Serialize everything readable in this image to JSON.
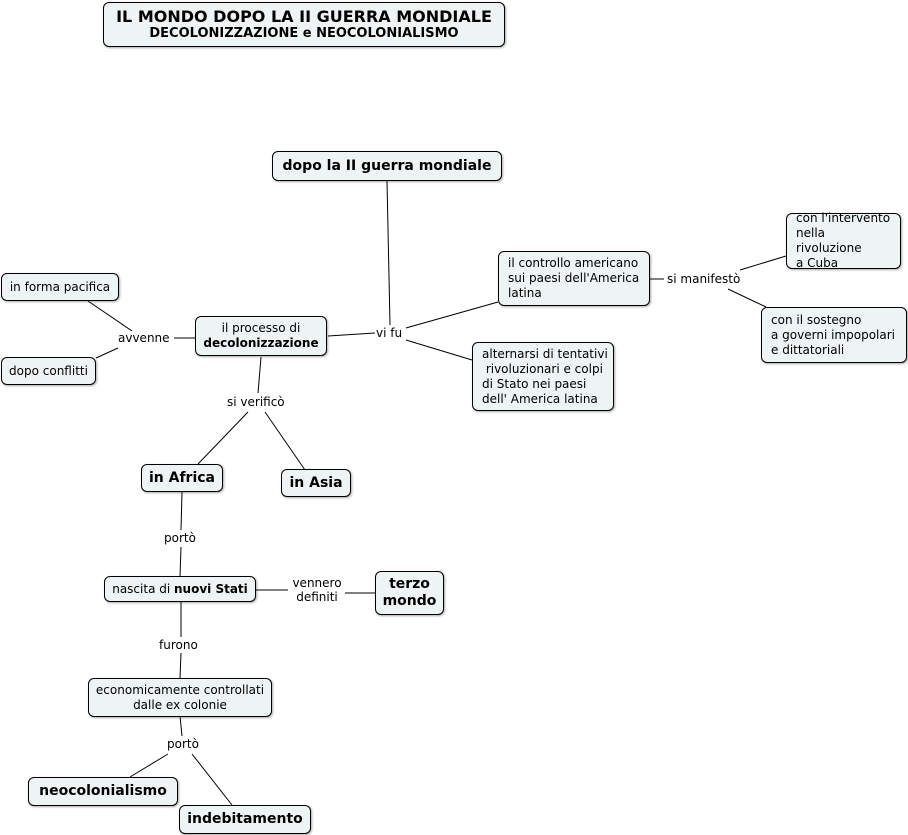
{
  "title": {
    "main": "IL MONDO DOPO LA II GUERRA MONDIALE",
    "sub": "DECOLONIZZAZIONE e NEOCOLONIALISMO"
  },
  "nodes": {
    "dopo_guerra": "dopo la II guerra mondiale",
    "processo_line1": "il processo di",
    "processo_line2": "decolonizzazione",
    "forma_pacifica": "in forma pacifica",
    "dopo_conflitti": "dopo conflitti",
    "controllo": [
      "il controllo americano",
      "sui paesi dell'America",
      "latina"
    ],
    "alternarsi": [
      "alternarsi di tentativi",
      " rivoluzionari e colpi",
      "di Stato nei paesi",
      "dell' America latina"
    ],
    "intervento": [
      "con l'intervento",
      "nella rivoluzione",
      "a Cuba"
    ],
    "sostegno": [
      "con il sostegno",
      "a governi impopolari",
      "e dittatoriali"
    ],
    "africa": "in Africa",
    "asia": "in Asia",
    "nascita_prefix": "nascita di ",
    "nascita_bold": "nuovi Stati",
    "terzo_mondo": [
      "terzo",
      "mondo"
    ],
    "economicamente": [
      "economicamente controllati",
      "dalle ex colonie"
    ],
    "neocolonialismo": "neocolonialismo",
    "indebitamento": "indebitamento"
  },
  "links": {
    "vi_fu": "vi fu",
    "avvenne": "avvenne",
    "si_manifesto": "si manifestò",
    "si_verifico": "si verificò",
    "porto_1": "portò",
    "vennero_1": "vennero",
    "vennero_2": "definiti",
    "furono": "furono",
    "porto_2": "portò"
  }
}
